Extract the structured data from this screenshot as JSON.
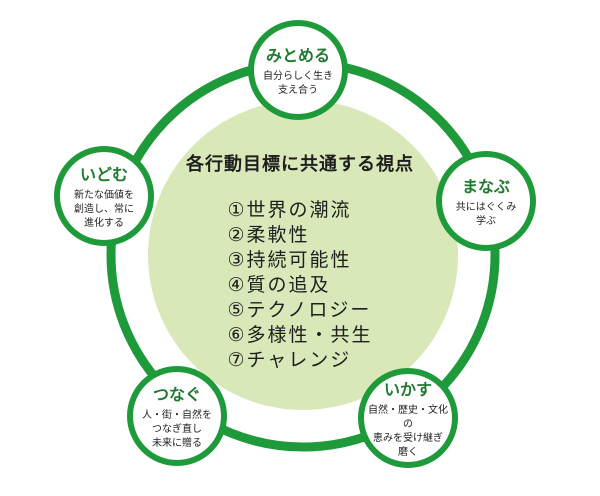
{
  "colors": {
    "ring": "#1f9a3b",
    "fill": "#d9e8b8",
    "node_title": "#1e7a2e"
  },
  "center": {
    "title": "各行動目標に共通する視点",
    "items": [
      "①世界の潮流",
      "②柔軟性",
      "③持続可能性",
      "④質の追及",
      "⑤テクノロジー",
      "⑥多様性・共生",
      "⑦チャレンジ"
    ]
  },
  "nodes": {
    "mitomeru": {
      "title": "みとめる",
      "desc": [
        "自分らしく生き",
        "支え合う"
      ]
    },
    "manabu": {
      "title": "まなぶ",
      "desc": [
        "共にはぐくみ",
        "学ぶ"
      ]
    },
    "ikasu": {
      "title": "いかす",
      "desc": [
        "自然・歴史・文化の",
        "恵みを受け継ぎ",
        "磨く"
      ]
    },
    "tsunagu": {
      "title": "つなぐ",
      "desc": [
        "人・街・自然を",
        "つなぎ直し",
        "未来に贈る"
      ]
    },
    "idomu": {
      "title": "いどむ",
      "desc": [
        "新たな価値を",
        "創造し、常に",
        "進化する"
      ]
    }
  }
}
